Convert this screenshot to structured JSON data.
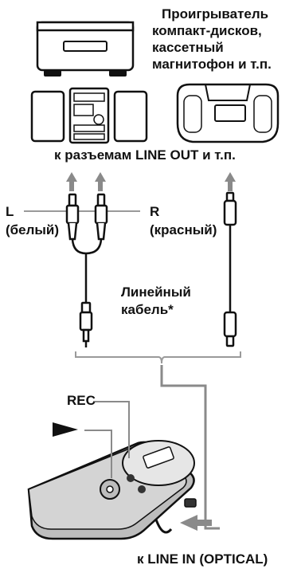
{
  "labels": {
    "devices": [
      "Проигрыватель",
      "компакт-дисков,",
      "кассетный",
      "магнитофон и т.п."
    ],
    "to_line_out": "к разъемам LINE OUT и т.п.",
    "left_channel": "L",
    "left_color": "(белый)",
    "right_channel": "R",
    "right_color": "(красный)",
    "line_cable": [
      "Линейный",
      "кабель*"
    ],
    "rec": "REC",
    "to_line_in": "к LINE IN (OPTICAL)"
  },
  "colors": {
    "ink": "#111111",
    "body_gray": "#bfbfbf",
    "dark": "#333333",
    "arrow_gray": "#8a8a8a"
  },
  "icons": {
    "play": "play-triangle-icon"
  }
}
